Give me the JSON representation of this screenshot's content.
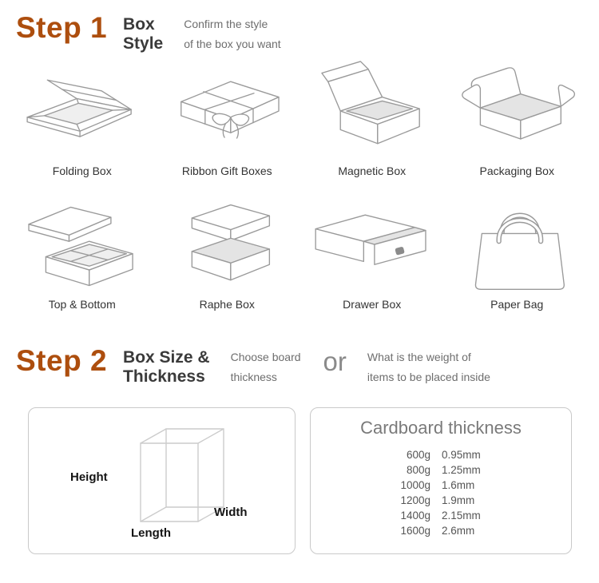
{
  "colors": {
    "accent": "#ad4e0e"
  },
  "step1": {
    "label": "Step 1",
    "title_line1": "Box",
    "title_line2": "Style",
    "desc_line1": "Confirm the style",
    "desc_line2": "of the box you want",
    "boxes": [
      {
        "label": "Folding Box",
        "icon": "folding-box-icon"
      },
      {
        "label": "Ribbon Gift Boxes",
        "icon": "ribbon-gift-box-icon"
      },
      {
        "label": "Magnetic Box",
        "icon": "magnetic-box-icon"
      },
      {
        "label": "Packaging Box",
        "icon": "packaging-box-icon"
      },
      {
        "label": "Top & Bottom",
        "icon": "top-bottom-box-icon"
      },
      {
        "label": "Raphe Box",
        "icon": "raphe-box-icon"
      },
      {
        "label": "Drawer Box",
        "icon": "drawer-box-icon"
      },
      {
        "label": "Paper Bag",
        "icon": "paper-bag-icon"
      }
    ]
  },
  "step2": {
    "label": "Step 2",
    "title_line1": "Box Size &",
    "title_line2": "Thickness",
    "option1_line1": "Choose board",
    "option1_line2": "thickness",
    "or_label": "or",
    "option2_line1": "What is the weight of",
    "option2_line2": "items to be placed inside",
    "dimensions": {
      "height": "Height",
      "width": "Width",
      "length": "Length"
    },
    "thickness_table": {
      "title": "Cardboard thickness",
      "rows": [
        {
          "weight": "600g",
          "thickness": "0.95mm"
        },
        {
          "weight": "800g",
          "thickness": "1.25mm"
        },
        {
          "weight": "1000g",
          "thickness": "1.6mm"
        },
        {
          "weight": "1200g",
          "thickness": "1.9mm"
        },
        {
          "weight": "1400g",
          "thickness": "2.15mm"
        },
        {
          "weight": "1600g",
          "thickness": "2.6mm"
        }
      ]
    }
  }
}
